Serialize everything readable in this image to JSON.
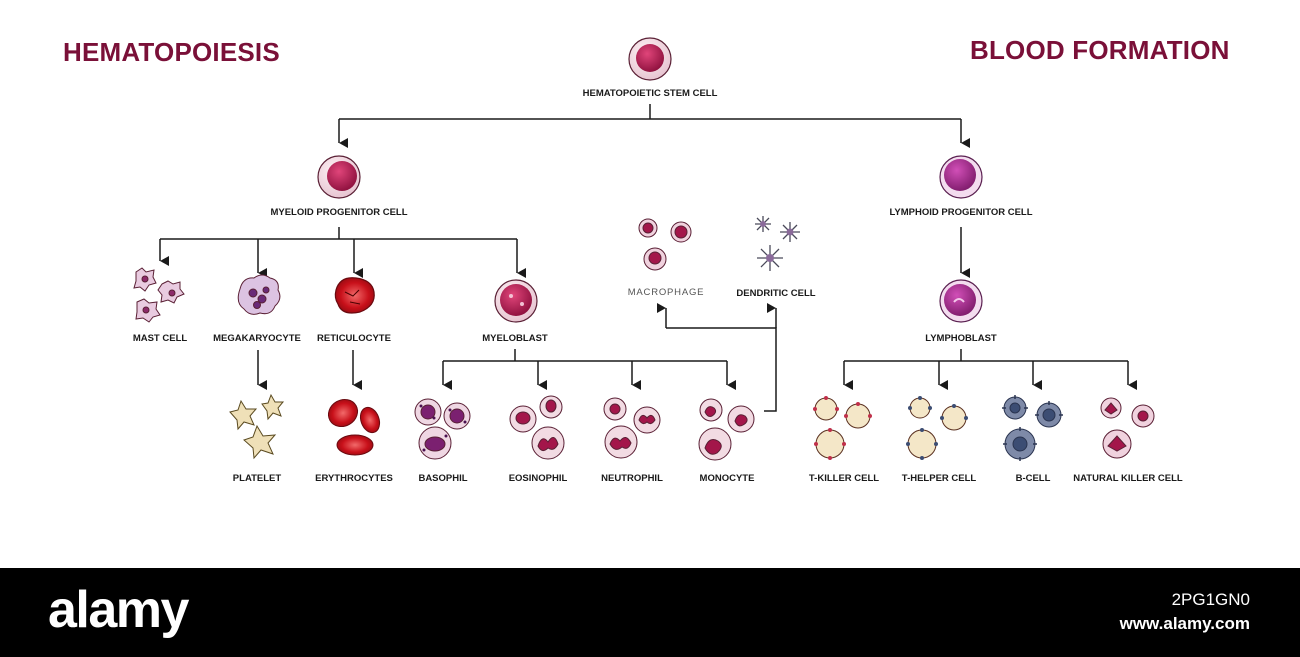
{
  "header": {
    "title_left": "HEMATOPOIESIS",
    "title_right": "BLOOD FORMATION"
  },
  "colors": {
    "title": "#7a1038",
    "connector": "#1a1a1a",
    "nucleus": "#a3164a",
    "cytoplasm": "#f2dbe3",
    "erythrocyte": "#d0161f",
    "platelet": "#efe0b8",
    "lymphoid": "#a32b8a",
    "bcell": "#3c4d73"
  },
  "cells": {
    "stem": "HEMATOPOIETIC STEM CELL",
    "myeloid": "MYELOID PROGENITOR CELL",
    "lymphoid": "LYMPHOID PROGENITOR CELL",
    "mast": "MAST CELL",
    "megakaryocyte": "MEGAKARYOCYTE",
    "reticulocyte": "RETICULOCYTE",
    "myeloblast": "MYELOBLAST",
    "macrophage": "MACROPHAGE",
    "dendritic": "DENDRITIC CELL",
    "lymphoblast": "LYMPHOBLAST",
    "platelet": "PLATELET",
    "erythrocytes": "ERYTHROCYTES",
    "basophil": "BASOPHIL",
    "eosinophil": "EOSINOPHIL",
    "neutrophil": "NEUTROPHIL",
    "monocyte": "MONOCYTE",
    "tkiller": "T-KILLER CELL",
    "thelper": "T-HELPER CELL",
    "bcell": "B-CELL",
    "nk": "NATURAL KILLER CELL"
  },
  "footer": {
    "logo": "alamy",
    "image_id": "2PG1GN0",
    "site": "www.alamy.com"
  }
}
